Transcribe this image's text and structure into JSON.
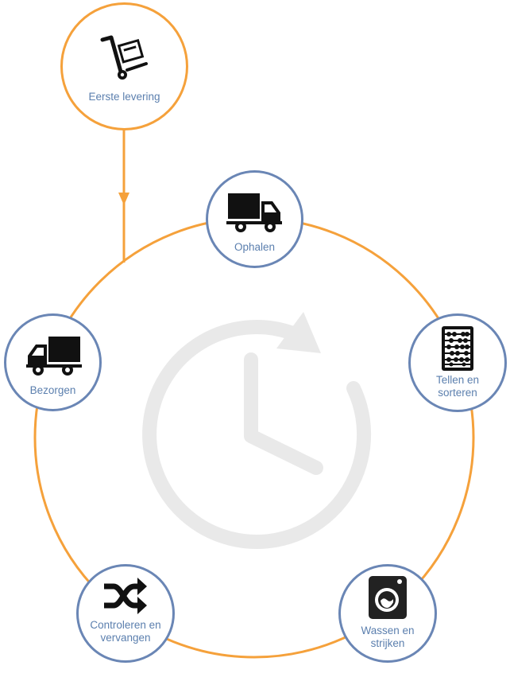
{
  "colors": {
    "cycle_ring": "#f5a13b",
    "start_ring": "#f5a13b",
    "step_ring": "#6a86b5",
    "label_text": "#5b7fae",
    "background_clock": "#e9e9e9",
    "icon_fill": "#111111"
  },
  "start_node": {
    "label": "Eerste levering",
    "icon": "hand-truck-icon"
  },
  "steps": [
    {
      "label": "Ophalen",
      "icon": "truck-icon"
    },
    {
      "label": "Tellen en sorteren",
      "icon": "abacus-icon"
    },
    {
      "label": "Wassen en strijken",
      "icon": "washing-machine-icon"
    },
    {
      "label": "Controleren en vervangen",
      "icon": "shuffle-icon"
    },
    {
      "label": "Bezorgen",
      "icon": "delivery-truck-icon"
    }
  ]
}
